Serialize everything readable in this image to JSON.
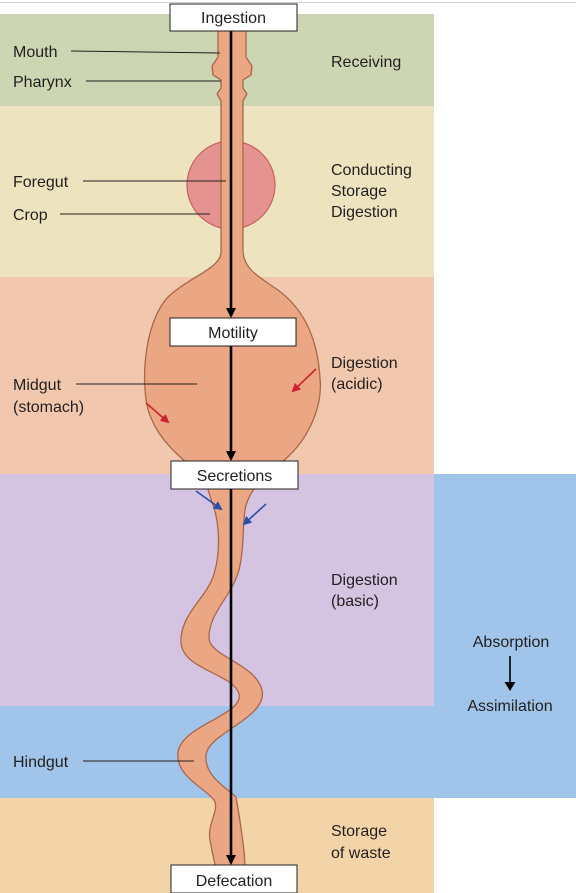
{
  "colors": {
    "band_receiving": "#cdd6b2",
    "band_conducting": "#ede3bf",
    "band_acidic": "#f1c8ae",
    "band_basic": "#d4c4e2",
    "band_hindgut": "#a1c4ea",
    "band_waste": "#f2d4a8",
    "absorption_column": "#a1c4ea",
    "gut_fill": "#eba783",
    "gut_stroke": "#a8674a",
    "crop_fill": "#e49391",
    "crop_stroke": "#c7605d",
    "acid_arrow": "#d0202f",
    "base_arrow": "#2b4fa8",
    "flow_arrow": "#000000",
    "leader_line": "#231f20"
  },
  "process_boxes": {
    "ingestion": "Ingestion",
    "motility": "Motility",
    "secretions": "Secretions",
    "defecation": "Defecation"
  },
  "structures": {
    "mouth": "Mouth",
    "pharynx": "Pharynx",
    "foregut": "Foregut",
    "crop": "Crop",
    "midgut_line1": "Midgut",
    "midgut_line2": "(stomach)",
    "hindgut": "Hindgut"
  },
  "functions": {
    "receiving": "Receiving",
    "foregut_line1": "Conducting",
    "foregut_line2": "Storage",
    "foregut_line3": "Digestion",
    "acidic_line1": "Digestion",
    "acidic_line2": "(acidic)",
    "basic_line1": "Digestion",
    "basic_line2": "(basic)",
    "waste_line1": "Storage",
    "waste_line2": "of waste"
  },
  "absorption": {
    "top": "Absorption",
    "bottom": "Assimilation",
    "arrow_icon": "down-arrow-icon"
  }
}
